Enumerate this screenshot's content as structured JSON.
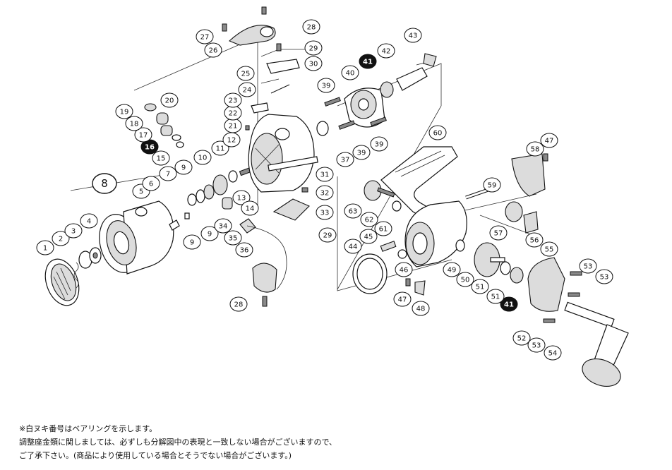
{
  "diagram": {
    "callouts": [
      {
        "label": "1",
        "style": "normal"
      },
      {
        "label": "2",
        "style": "normal"
      },
      {
        "label": "3",
        "style": "normal"
      },
      {
        "label": "4",
        "style": "normal"
      },
      {
        "label": "5",
        "style": "normal"
      },
      {
        "label": "6",
        "style": "normal"
      },
      {
        "label": "7",
        "style": "normal"
      },
      {
        "label": "8",
        "style": "large"
      },
      {
        "label": "9",
        "style": "normal"
      },
      {
        "label": "9",
        "style": "normal"
      },
      {
        "label": "9",
        "style": "normal"
      },
      {
        "label": "10",
        "style": "normal"
      },
      {
        "label": "11",
        "style": "normal"
      },
      {
        "label": "12",
        "style": "normal"
      },
      {
        "label": "13",
        "style": "normal"
      },
      {
        "label": "14",
        "style": "normal"
      },
      {
        "label": "15",
        "style": "normal"
      },
      {
        "label": "16",
        "style": "filled"
      },
      {
        "label": "17",
        "style": "normal"
      },
      {
        "label": "18",
        "style": "normal"
      },
      {
        "label": "19",
        "style": "normal"
      },
      {
        "label": "20",
        "style": "normal"
      },
      {
        "label": "21",
        "style": "normal"
      },
      {
        "label": "22",
        "style": "normal"
      },
      {
        "label": "23",
        "style": "normal"
      },
      {
        "label": "24",
        "style": "normal"
      },
      {
        "label": "25",
        "style": "normal"
      },
      {
        "label": "26",
        "style": "normal"
      },
      {
        "label": "27",
        "style": "normal"
      },
      {
        "label": "28",
        "style": "normal"
      },
      {
        "label": "28",
        "style": "normal"
      },
      {
        "label": "29",
        "style": "normal"
      },
      {
        "label": "29",
        "style": "normal"
      },
      {
        "label": "30",
        "style": "normal"
      },
      {
        "label": "31",
        "style": "normal"
      },
      {
        "label": "32",
        "style": "normal"
      },
      {
        "label": "33",
        "style": "normal"
      },
      {
        "label": "34",
        "style": "normal"
      },
      {
        "label": "35",
        "style": "normal"
      },
      {
        "label": "36",
        "style": "normal"
      },
      {
        "label": "37",
        "style": "normal"
      },
      {
        "label": "39",
        "style": "normal"
      },
      {
        "label": "39",
        "style": "normal"
      },
      {
        "label": "39",
        "style": "normal"
      },
      {
        "label": "40",
        "style": "normal"
      },
      {
        "label": "41",
        "style": "filled"
      },
      {
        "label": "41",
        "style": "filled"
      },
      {
        "label": "42",
        "style": "normal"
      },
      {
        "label": "43",
        "style": "normal"
      },
      {
        "label": "44",
        "style": "normal"
      },
      {
        "label": "45",
        "style": "normal"
      },
      {
        "label": "46",
        "style": "normal"
      },
      {
        "label": "47",
        "style": "normal"
      },
      {
        "label": "47",
        "style": "normal"
      },
      {
        "label": "48",
        "style": "normal"
      },
      {
        "label": "49",
        "style": "normal"
      },
      {
        "label": "50",
        "style": "normal"
      },
      {
        "label": "51",
        "style": "normal"
      },
      {
        "label": "51",
        "style": "normal"
      },
      {
        "label": "52",
        "style": "normal"
      },
      {
        "label": "53",
        "style": "normal"
      },
      {
        "label": "53",
        "style": "normal"
      },
      {
        "label": "53",
        "style": "normal"
      },
      {
        "label": "54",
        "style": "normal"
      },
      {
        "label": "55",
        "style": "normal"
      },
      {
        "label": "56",
        "style": "normal"
      },
      {
        "label": "57",
        "style": "normal"
      },
      {
        "label": "58",
        "style": "normal"
      },
      {
        "label": "59",
        "style": "normal"
      },
      {
        "label": "60",
        "style": "normal"
      },
      {
        "label": "61",
        "style": "normal"
      },
      {
        "label": "62",
        "style": "normal"
      },
      {
        "label": "63",
        "style": "normal"
      }
    ]
  },
  "notes": {
    "line1": "※白ヌキ番号はベアリングを示します。",
    "line2": "調整座金類に関しましては、必ずしも分解図中の表現と一致しない場合がございますので、",
    "line3": "ご了承下さい。(商品により使用している場合とそうでない場合がございます。)"
  }
}
